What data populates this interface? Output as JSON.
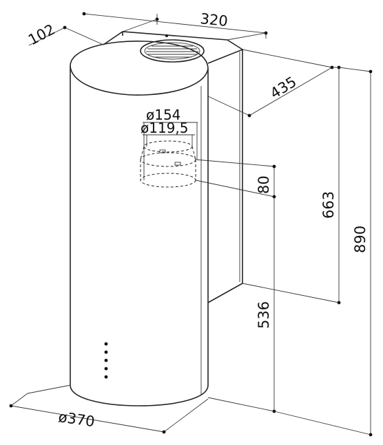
{
  "drawing": {
    "dimensions": {
      "body_depth": "102",
      "body_width": "320",
      "top_depth": "435",
      "outer_duct_diameter": "ø154",
      "inner_duct_diameter": "ø119,5",
      "duct_height": "80",
      "upper_height": "663",
      "total_height": "890",
      "lower_height": "536",
      "cylinder_diameter": "ø370"
    },
    "stroke_color": "#222222",
    "background": "#ffffff"
  }
}
